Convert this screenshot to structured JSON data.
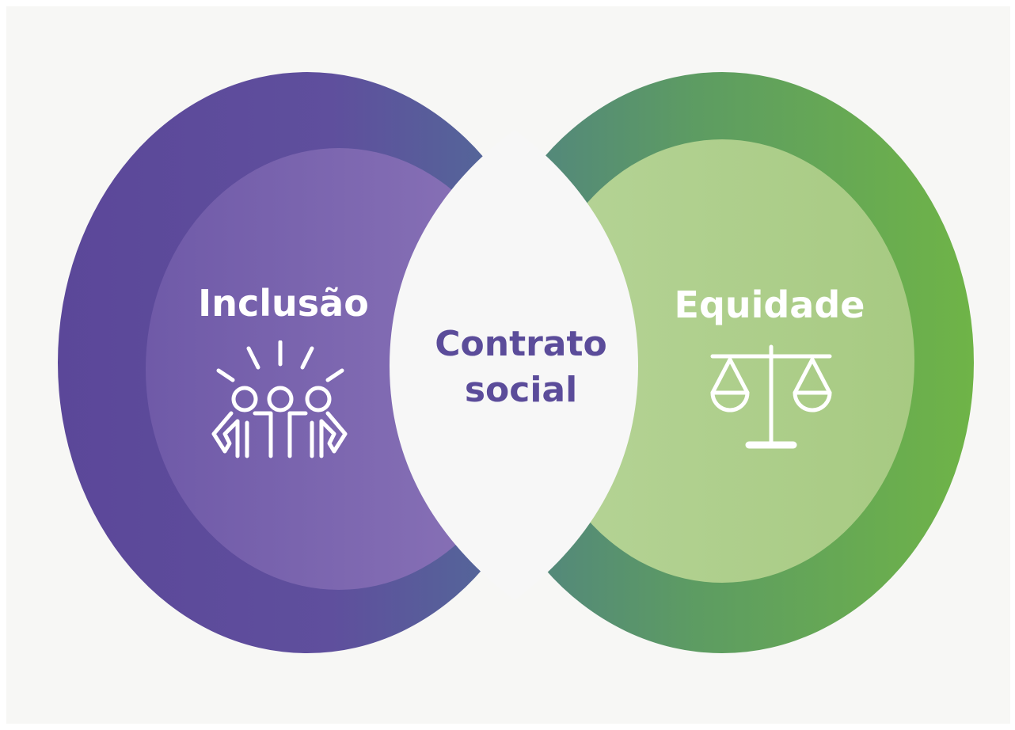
{
  "diagram": {
    "left": {
      "title": "Inclusão",
      "icon": "people-group-icon",
      "colors": {
        "outer": "#5c4a9c",
        "inner": "#8a73b6"
      }
    },
    "right": {
      "title": "Equidade",
      "icon": "balance-scale-icon",
      "colors": {
        "outer": "#6cb04a",
        "inner": "#b2d18e"
      }
    },
    "intersection": {
      "line1": "Contrato",
      "line2": "social",
      "color": "#5b4c9a",
      "fill": "#f7f7f7"
    }
  }
}
